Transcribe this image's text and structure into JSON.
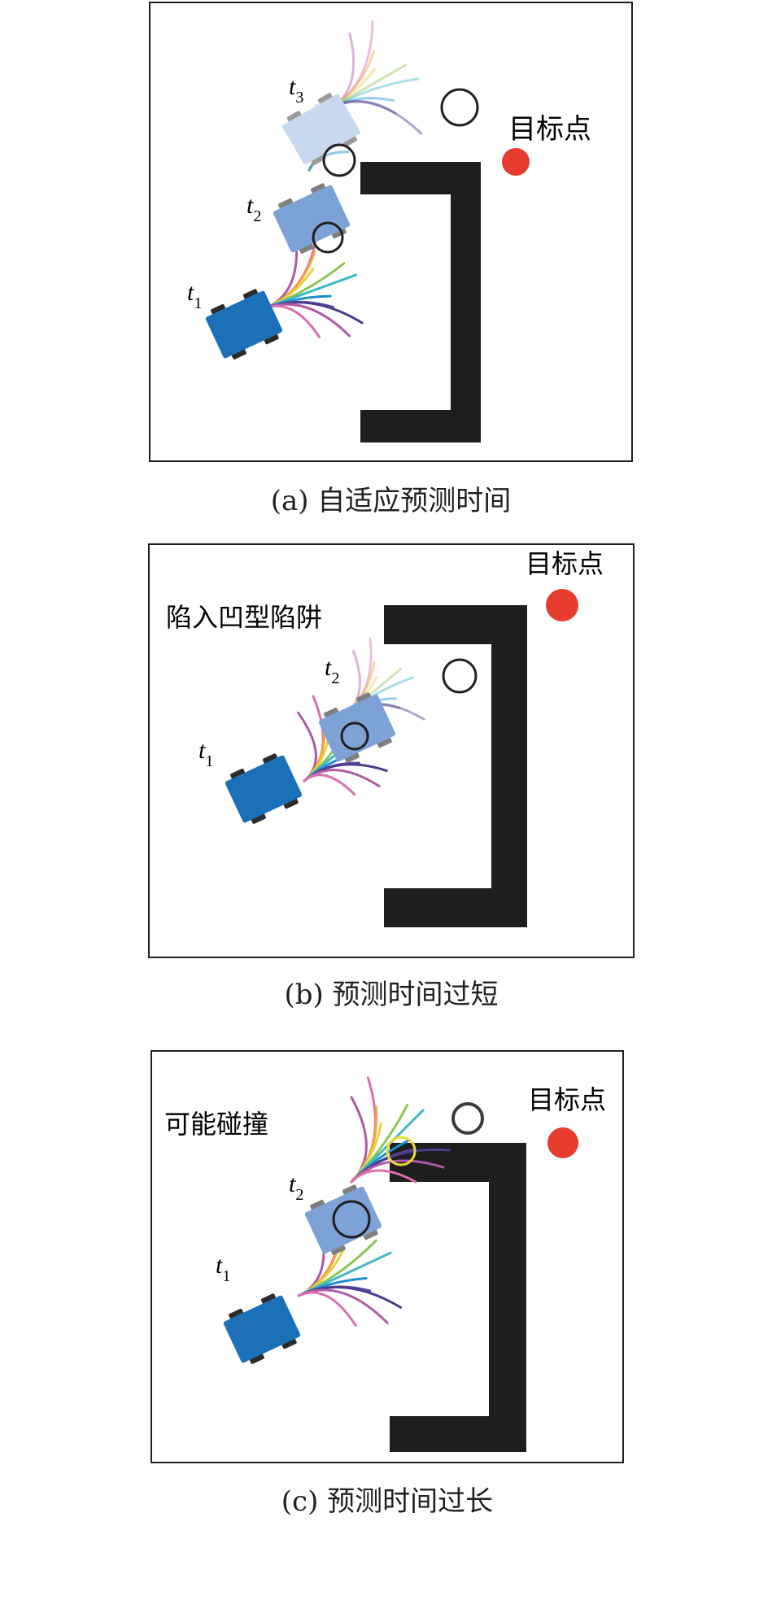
{
  "colors": {
    "goal": "#e63c2e",
    "wall": "#1e1e1e",
    "robot": "#1b70b8",
    "robot_mid": "#7da3d6",
    "robot_light": "#c7d9ee",
    "wheel": "#2b2b2b",
    "yellow_circle": "#e7dc3a",
    "trajectories": [
      "#b05aa6",
      "#d96fb0",
      "#f0a33a",
      "#e8d13e",
      "#8cc65a",
      "#3fb8c8",
      "#1c8fd0",
      "#6a4aa0",
      "#4a3c8c"
    ]
  },
  "panels": [
    {
      "id": "a",
      "caption": "(a) 自适应预测时间",
      "goal_label": "目标点",
      "note": "",
      "time_labels": [
        {
          "base": "t",
          "sub": "3"
        },
        {
          "base": "t",
          "sub": "2"
        },
        {
          "base": "t",
          "sub": "1"
        }
      ]
    },
    {
      "id": "b",
      "caption": "(b) 预测时间过短",
      "goal_label": "目标点",
      "note": "陷入凹型陷阱",
      "time_labels": [
        {
          "base": "t",
          "sub": "2"
        },
        {
          "base": "t",
          "sub": "1"
        }
      ]
    },
    {
      "id": "c",
      "caption": "(c) 预测时间过长",
      "goal_label": "目标点",
      "note": "可能碰撞",
      "time_labels": [
        {
          "base": "t",
          "sub": "2"
        },
        {
          "base": "t",
          "sub": "1"
        }
      ]
    }
  ]
}
